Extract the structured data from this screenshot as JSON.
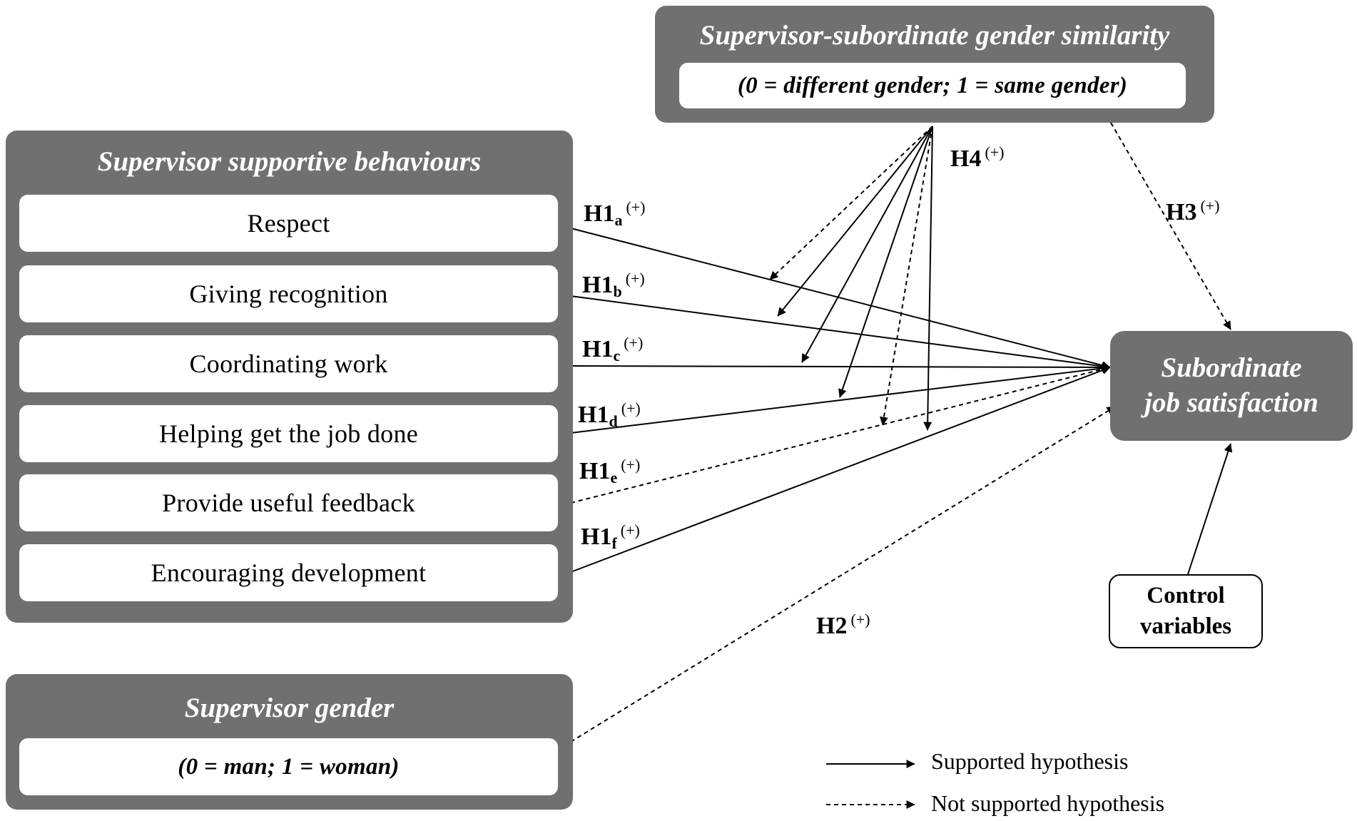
{
  "moderator": {
    "title": "Supervisor-subordinate gender similarity",
    "coding": "(0 = different gender; 1 = same gender)"
  },
  "behaviours": {
    "title": "Supervisor supportive behaviours",
    "items": [
      "Respect",
      "Giving recognition",
      "Coordinating work",
      "Helping get the job done",
      "Provide useful feedback",
      "Encouraging development"
    ]
  },
  "gender": {
    "title": "Supervisor gender",
    "coding": "(0 = man; 1 = woman)"
  },
  "outcome": {
    "line1": "Subordinate",
    "line2": "job satisfaction"
  },
  "control": {
    "line1": "Control",
    "line2": "variables"
  },
  "hypotheses": {
    "h1a": {
      "main": "H1",
      "sub": "a",
      "sign": "(+)",
      "supported": true
    },
    "h1b": {
      "main": "H1",
      "sub": "b",
      "sign": "(+)",
      "supported": true
    },
    "h1c": {
      "main": "H1",
      "sub": "c",
      "sign": "(+)",
      "supported": true
    },
    "h1d": {
      "main": "H1",
      "sub": "d",
      "sign": "(+)",
      "supported": true
    },
    "h1e": {
      "main": "H1",
      "sub": "e",
      "sign": "(+)",
      "supported": false
    },
    "h1f": {
      "main": "H1",
      "sub": "f",
      "sign": "(+)",
      "supported": true
    },
    "h2": {
      "main": "H2",
      "sign": "(+)",
      "supported": false
    },
    "h3": {
      "main": "H3",
      "sign": "(+)",
      "supported": false
    },
    "h4": {
      "main": "H4",
      "sign": "(+)",
      "moderated_paths_supported": [
        false,
        true,
        true,
        true,
        false,
        true
      ]
    }
  },
  "legend": {
    "supported": "Supported hypothesis",
    "not_supported": "Not supported hypothesis"
  },
  "colors": {
    "panel": "#707070",
    "line": "#000000"
  }
}
